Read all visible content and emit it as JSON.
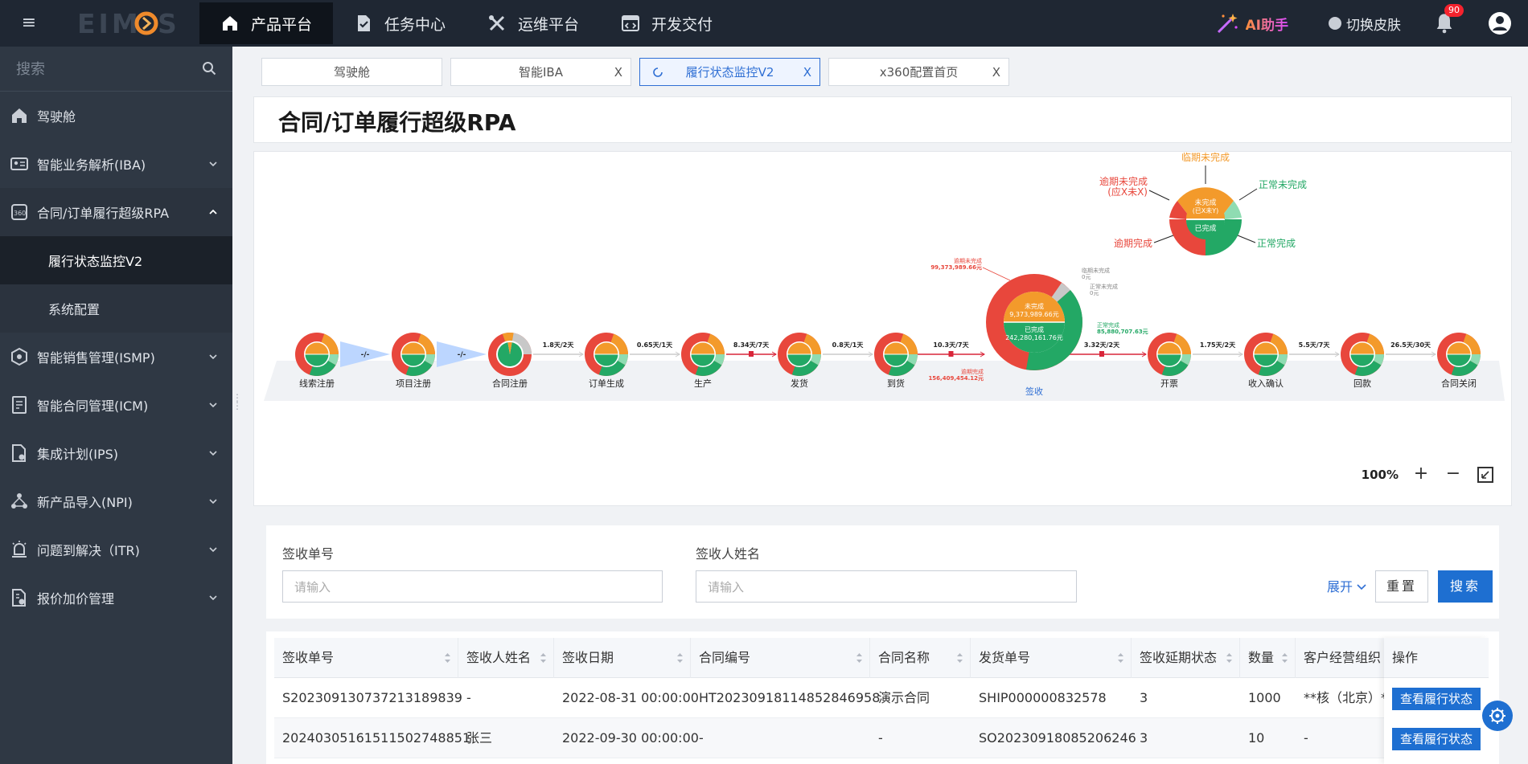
{
  "topbar": {
    "logo_text": "EIMOS",
    "nav": [
      {
        "label": "产品平台",
        "icon": "home-icon",
        "active": true
      },
      {
        "label": "任务中心",
        "icon": "task-check-icon",
        "active": false
      },
      {
        "label": "运维平台",
        "icon": "tools-icon",
        "active": false
      },
      {
        "label": "开发交付",
        "icon": "code-icon",
        "active": false
      }
    ],
    "ai_label": "AI助手",
    "skin_label": "切换皮肤",
    "notification_count": "90"
  },
  "sidebar": {
    "search_placeholder": "搜索",
    "items": [
      {
        "label": "驾驶舱"
      },
      {
        "label": "智能业务解析(IBA)"
      },
      {
        "label": "合同/订单履行超级RPA"
      },
      {
        "label": "履行状态监控V2"
      },
      {
        "label": "系统配置"
      },
      {
        "label": "智能销售管理(ISMP)"
      },
      {
        "label": "智能合同管理(ICM)"
      },
      {
        "label": "集成计划(IPS)"
      },
      {
        "label": "新产品导入(NPI)"
      },
      {
        "label": "问题到解决（ITR)"
      },
      {
        "label": "报价加价管理"
      }
    ]
  },
  "tabs": [
    {
      "label": "驾驶舱"
    },
    {
      "label": "智能IBA"
    },
    {
      "label": "履行状态监控V2"
    },
    {
      "label": "x360配置首页"
    }
  ],
  "tab_close": "X",
  "page_title": "合同/订单履行超级RPA",
  "flow": {
    "stages": [
      "线索注册",
      "项目注册",
      "合同注册",
      "订单生成",
      "生产",
      "发货",
      "到货",
      "签收",
      "开票",
      "收入确认",
      "回款",
      "合同关闭"
    ],
    "links": [
      "-/-",
      "-/-",
      "1.8天/2天",
      "0.65天/1天",
      "8.34天/7天",
      "0.8天/1天",
      "10.3天/7天",
      "3.32天/2天",
      "1.75天/2天",
      "5.5天/7天",
      "26.5天/30天"
    ],
    "center": {
      "unfinished_label": "未完成",
      "unfinished_value": "9,373,989.66元",
      "finished_label": "已完成",
      "finished_value": "242,280,161.76元",
      "overdue_unfinished_label": "逾期未完成",
      "overdue_unfinished_value": "99,373,989.66元",
      "near_due_label": "临期未完成",
      "near_due_value": "0元",
      "normal_unfinished_label": "正常未完成",
      "normal_unfinished_value": "0元",
      "normal_done_label": "正常完成",
      "normal_done_value": "85,880,707.63元",
      "overdue_done_label": "逾期完成",
      "overdue_done_value": "156,409,454.12元"
    },
    "legend": {
      "near_due": "临期未完成",
      "overdue_unfinished": "逾期未完成",
      "overdue_unfinished_sub": "(应X未X)",
      "normal_unfinished": "正常未完成",
      "unfinished": "未完成",
      "unfinished_sub": "(已X未Y)",
      "finished": "已完成",
      "overdue_done": "逾期完成",
      "normal_done": "正常完成"
    },
    "colors": {
      "red": "#e8473c",
      "orange": "#f39a2b",
      "green": "#23a865",
      "light_green": "#8fdcb2",
      "gray": "#c8c8c8",
      "flow_blue": "#bcd6ff"
    },
    "zoom": "100%",
    "zoom_in": "+",
    "zoom_out": "−"
  },
  "filter": {
    "field1_label": "签收单号",
    "field1_placeholder": "请输入",
    "field2_label": "签收人姓名",
    "field2_placeholder": "请输入",
    "expand_label": "展开",
    "reset_label": "重置",
    "search_label": "搜索"
  },
  "table": {
    "columns": [
      "签收单号",
      "签收人姓名",
      "签收日期",
      "合同编号",
      "合同名称",
      "发货单号",
      "签收延期状态",
      "数量",
      "客户经营组织",
      "操作"
    ],
    "rows": [
      [
        "S20230913073721318983​9",
        "-",
        "2022-08-31 00:00:00",
        "HT20230918114852846958",
        "演示合同",
        "SHIP000000832578",
        "3",
        "1000",
        "**核（北京）*"
      ],
      [
        "20240305161511502748851",
        "张三",
        "2022-09-30 00:00:00",
        "-",
        "-",
        "SO20230918085206246",
        "3",
        "10",
        "-"
      ]
    ],
    "action_label": "查看履行状态"
  }
}
